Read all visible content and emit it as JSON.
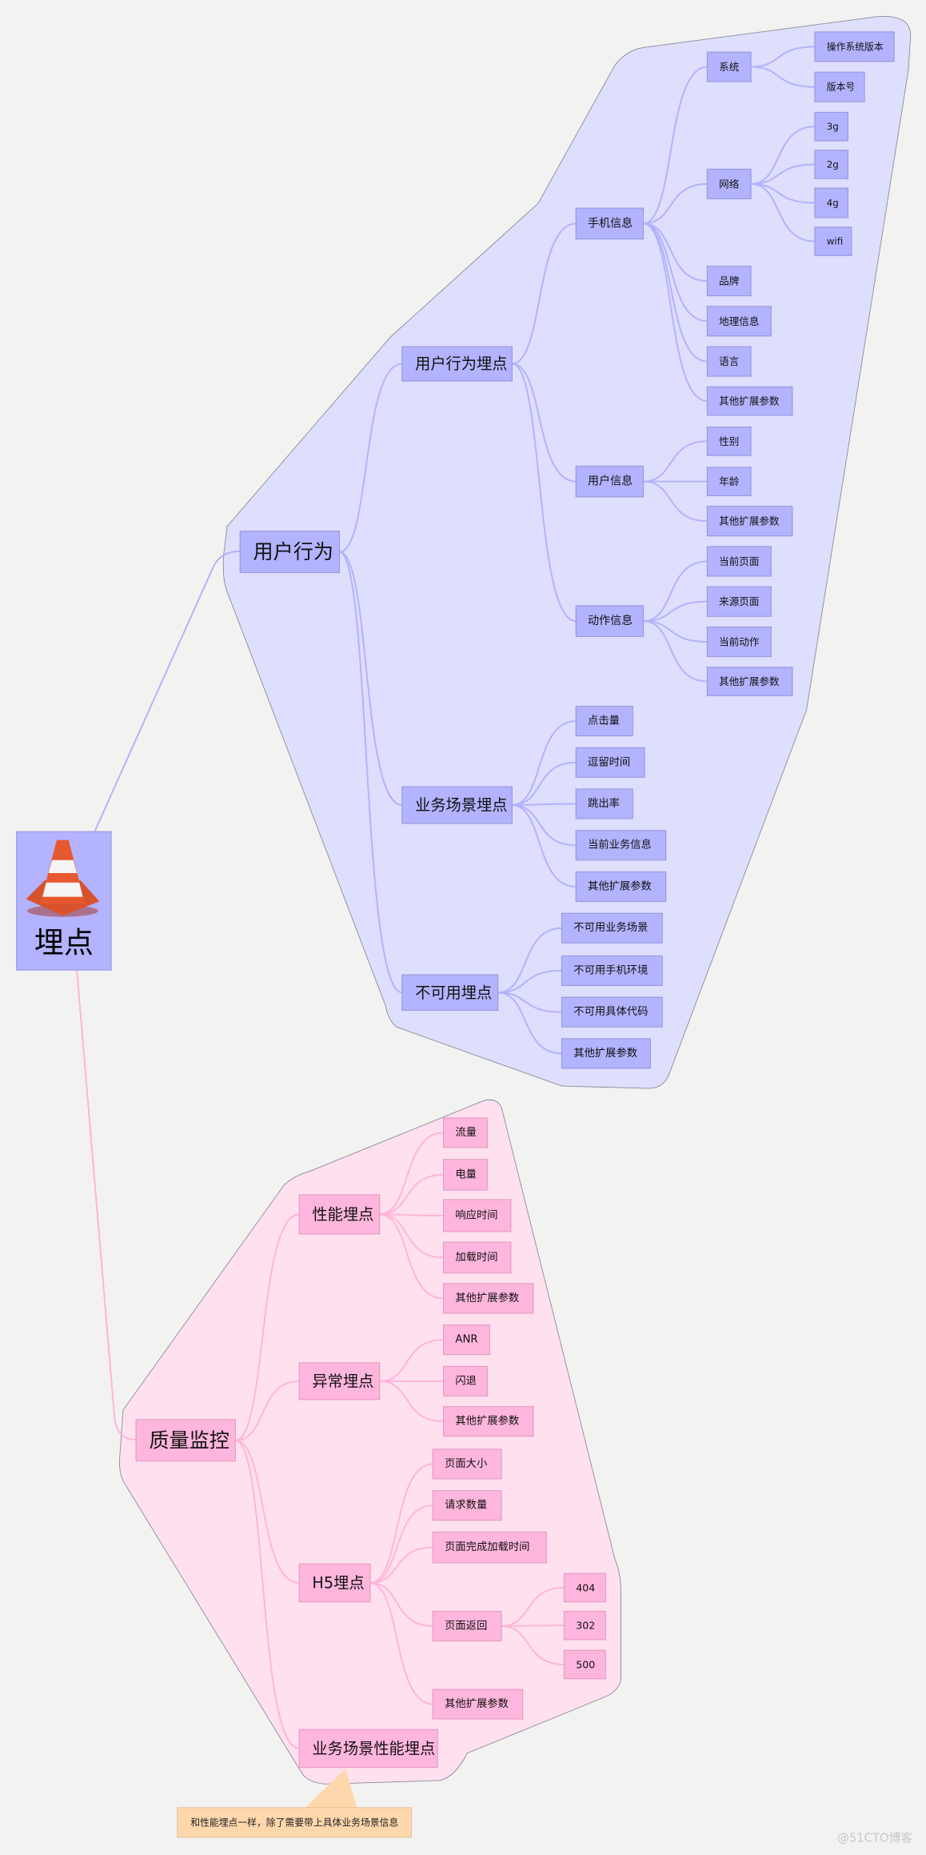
{
  "mindmap": {
    "root": {
      "label": "埋点",
      "icon": "traffic-cone-icon"
    },
    "branches": [
      {
        "label": "用户行为",
        "color": "#b3b3ff",
        "children": [
          {
            "label": "用户行为埋点",
            "children": [
              {
                "label": "手机信息",
                "children": [
                  {
                    "label": "系统",
                    "children": [
                      {
                        "label": "操作系统版本"
                      },
                      {
                        "label": "版本号"
                      }
                    ]
                  },
                  {
                    "label": "网络",
                    "children": [
                      {
                        "label": "3g"
                      },
                      {
                        "label": "2g"
                      },
                      {
                        "label": "4g"
                      },
                      {
                        "label": "wifi"
                      }
                    ]
                  },
                  {
                    "label": "品牌"
                  },
                  {
                    "label": "地理信息"
                  },
                  {
                    "label": "语言"
                  },
                  {
                    "label": "其他扩展参数"
                  }
                ]
              },
              {
                "label": "用户信息",
                "children": [
                  {
                    "label": "性别"
                  },
                  {
                    "label": "年龄"
                  },
                  {
                    "label": "其他扩展参数"
                  }
                ]
              },
              {
                "label": "动作信息",
                "children": [
                  {
                    "label": "当前页面"
                  },
                  {
                    "label": "来源页面"
                  },
                  {
                    "label": "当前动作"
                  },
                  {
                    "label": "其他扩展参数"
                  }
                ]
              }
            ]
          },
          {
            "label": "业务场景埋点",
            "children": [
              {
                "label": "点击量"
              },
              {
                "label": "逗留时间"
              },
              {
                "label": "跳出率"
              },
              {
                "label": "当前业务信息"
              },
              {
                "label": "其他扩展参数"
              }
            ]
          },
          {
            "label": "不可用埋点",
            "children": [
              {
                "label": "不可用业务场景"
              },
              {
                "label": "不可用手机环境"
              },
              {
                "label": "不可用具体代码"
              },
              {
                "label": "其他扩展参数"
              }
            ]
          }
        ]
      },
      {
        "label": "质量监控",
        "color": "#ffb6dc",
        "children": [
          {
            "label": "性能埋点",
            "children": [
              {
                "label": "流量"
              },
              {
                "label": "电量"
              },
              {
                "label": "响应时间"
              },
              {
                "label": "加载时间"
              },
              {
                "label": "其他扩展参数"
              }
            ]
          },
          {
            "label": "异常埋点",
            "children": [
              {
                "label": "ANR"
              },
              {
                "label": "闪退"
              },
              {
                "label": "其他扩展参数"
              }
            ]
          },
          {
            "label": "H5埋点",
            "children": [
              {
                "label": "页面大小"
              },
              {
                "label": "请求数量"
              },
              {
                "label": "页面完成加载时间"
              },
              {
                "label": "页面返回",
                "children": [
                  {
                    "label": "404"
                  },
                  {
                    "label": "302"
                  },
                  {
                    "label": "500"
                  }
                ]
              },
              {
                "label": "其他扩展参数"
              }
            ]
          },
          {
            "label": "业务场景性能埋点",
            "note": "和性能埋点一样，除了需要带上具体业务场景信息"
          }
        ]
      }
    ]
  },
  "watermark": "@51CTO博客"
}
